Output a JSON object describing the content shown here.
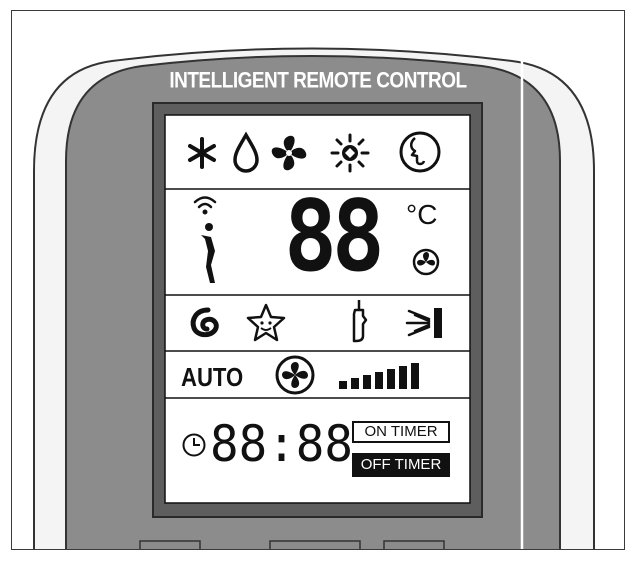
{
  "remote": {
    "title": "INTELLIGENT REMOTE CONTROL",
    "colors": {
      "body": "#8c8c8c",
      "screen": "#ffffff",
      "bezel": "#5e5e5e",
      "ink": "#111111"
    }
  },
  "lcd": {
    "mode_icons": [
      "cool-icon",
      "dry-icon",
      "fan-icon",
      "heat-icon",
      "sleep-icon"
    ],
    "signal_icon": "signal-icon",
    "person_icon": "person-icon",
    "temperature": {
      "digits": "88",
      "unit": "°C"
    },
    "feature_icons": [
      "swirl-icon",
      "star-icon",
      "ifeel-icon",
      "light-icon"
    ],
    "fan": {
      "label": "AUTO",
      "icon": "fan-circle-icon",
      "speed_bars": 7
    },
    "timer": {
      "clock_icon": "clock-icon",
      "time": "88:88",
      "on_label": "ON TIMER",
      "off_label": "OFF TIMER"
    }
  }
}
